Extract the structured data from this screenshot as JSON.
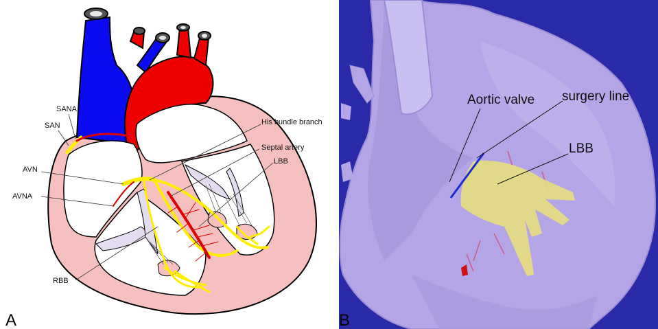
{
  "panel_a": {
    "letter": "A",
    "labels": {
      "sana": "SANA",
      "san": "SAN",
      "his": "His bundle branch",
      "septal": "Septal artery",
      "lbb": "LBB",
      "avn": "AVN",
      "avna": "AVNA",
      "rbb": "RBB"
    },
    "colors": {
      "venous": "#0b0bf0",
      "arterial": "#ee0000",
      "myocardium": "#f6c0c0",
      "conduction": "#ffee00",
      "valve": "#e4dcef"
    }
  },
  "panel_b": {
    "letter": "B",
    "labels": {
      "aortic_valve": "Aortic valve",
      "surgery_line": "surgery line",
      "lbb": "LBB"
    },
    "colors": {
      "background": "#2a2aa8",
      "tissue": "#b4a6e6",
      "lbb_region": "#e6de7e",
      "surgery_line": "#1a2cd0"
    }
  }
}
